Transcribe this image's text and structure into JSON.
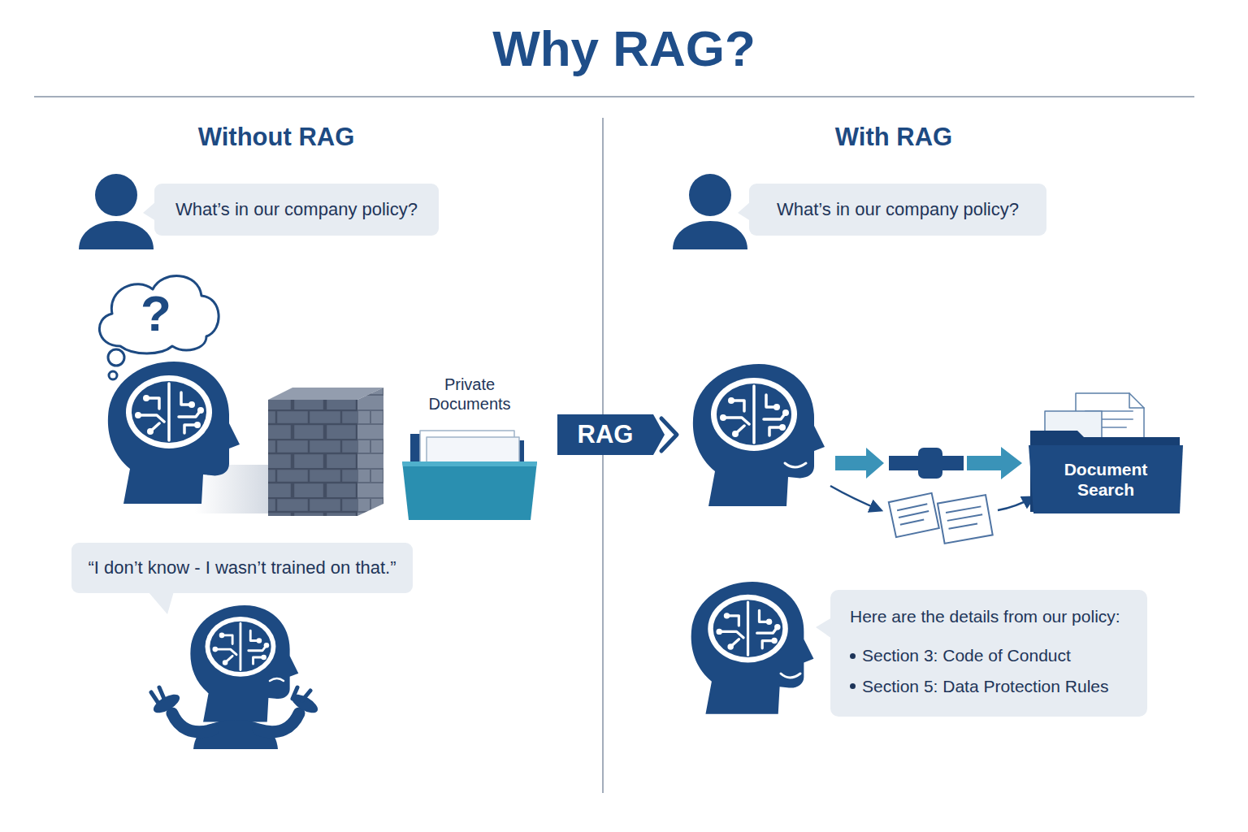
{
  "diagram": {
    "title": "Why RAG?",
    "nodes": [
      {
        "text": [
          "What’s in our company policy?"
        ]
      },
      {
        "text": [
          "What’s in our company policy?"
        ]
      },
      {
        "text": [
          "?"
        ]
      },
      {
        "text": [
          "Private Documents"
        ]
      },
      {
        "text": [
          "RAG"
        ]
      },
      {
        "text": [
          "Document Search"
        ]
      },
      {
        "text": [
          "“I don’t know - I wasn’t trained on that.”"
        ]
      },
      {
        "text": [
          "Here are the details from our policy:",
          "Section 3: Code of Conduct",
          "Section 5: Data Protection Rules"
        ]
      }
    ],
    "labels": [
      "Without RAG",
      "With RAG"
    ]
  }
}
